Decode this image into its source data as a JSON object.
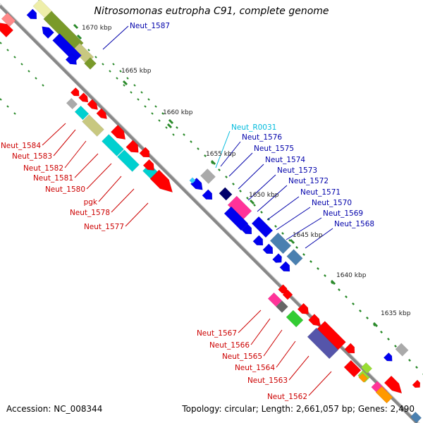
{
  "title": "Nitrosomonas eutropha C91, complete genome",
  "footer": {
    "accession": "Accession: NC_008344",
    "topology": "Topology: circular; Length: 2,661,057 bp; Genes: 2,490"
  },
  "colors": {
    "backbone": "#888888",
    "tick": "#2a8a2a",
    "red": "#ff0000",
    "blue": "#0000ee",
    "cyan": "#00d0d0",
    "olive": "#7a9a2a",
    "khaki": "#c8c880",
    "paleyellow": "#eeeeaa",
    "steel": "#4a80b0",
    "navy": "#00006a",
    "magenta": "#ff3399",
    "gray": "#aaaaaa",
    "darkgray": "#666666",
    "green": "#33cc33",
    "lime": "#99dd33",
    "slate": "#5555aa",
    "orange": "#ff9900",
    "lightcyan": "#33ccff",
    "label_red": "#cc0000",
    "label_blue": "#0000aa",
    "label_cyan": "#00bbdd"
  },
  "scale_labels": [
    {
      "text": "1670 kbp"
    },
    {
      "text": "1665 kbp"
    },
    {
      "text": "1660 kbp"
    },
    {
      "text": "1655 kbp"
    },
    {
      "text": "1650 kbp"
    },
    {
      "text": "1645 kbp"
    },
    {
      "text": "1640 kbp"
    },
    {
      "text": "1635 kbp"
    }
  ],
  "gene_labels": [
    {
      "text": "Neut_1587"
    },
    {
      "text": "Neut_1584"
    },
    {
      "text": "Neut_1583"
    },
    {
      "text": "Neut_1582"
    },
    {
      "text": "Neut_1581"
    },
    {
      "text": "Neut_1580"
    },
    {
      "text": "pgk"
    },
    {
      "text": "Neut_1578"
    },
    {
      "text": "Neut_1577"
    },
    {
      "text": "Neut_R0031"
    },
    {
      "text": "Neut_1576"
    },
    {
      "text": "Neut_1575"
    },
    {
      "text": "Neut_1574"
    },
    {
      "text": "Neut_1573"
    },
    {
      "text": "Neut_1572"
    },
    {
      "text": "Neut_1571"
    },
    {
      "text": "Neut_1570"
    },
    {
      "text": "Neut_1569"
    },
    {
      "text": "Neut_1568"
    },
    {
      "text": "Neut_1567"
    },
    {
      "text": "Neut_1566"
    },
    {
      "text": "Neut_1565"
    },
    {
      "text": "Neut_1564"
    },
    {
      "text": "Neut_1563"
    },
    {
      "text": "Neut_1562"
    }
  ]
}
